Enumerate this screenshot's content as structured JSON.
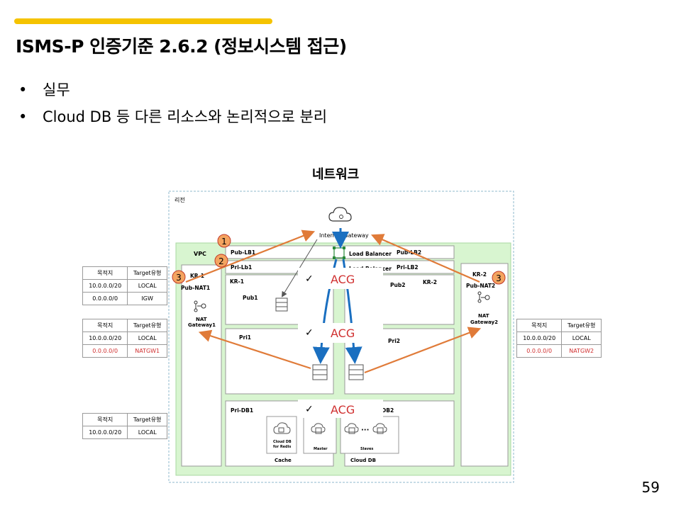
{
  "slide": {
    "title": "ISMS-P 인증기준 2.6.2 (정보시스템 접근)",
    "bullets": [
      "실무",
      "Cloud DB 등 다른 리소스와 논리적으로 분리"
    ],
    "page_number": "59"
  },
  "diagram": {
    "title": "네트워크",
    "region_label": "리전",
    "vpc_label": "VPC",
    "internet_gateway": "Internet Gateway",
    "load_balancer": "Load Balancer",
    "zones": {
      "left": "KR-1",
      "right": "KR-2"
    },
    "subnets": {
      "pub_lb1": "Pub-LB1",
      "pub_lb2": "Pub-LB2",
      "pri_lb1": "Pri-Lb1",
      "pri_lb2": "Pri-LB2",
      "pub_nat1": "Pub-NAT1",
      "pub_nat2": "Pub-NAT2",
      "pub1": "Pub1",
      "pub2": "Pub2",
      "pri1": "Pri1",
      "pri2": "Pri2",
      "pri_db1": "Pri-DB1",
      "pri_db2": "DB2"
    },
    "inner_zone_labels": {
      "kr1": "KR-1",
      "kr2": "KR-2"
    },
    "nat_gateway1": [
      "NAT",
      "Gateway1"
    ],
    "nat_gateway2": [
      "NAT",
      "Gateway2"
    ],
    "acg_label": "ACG",
    "check_mark": "✓",
    "markers": [
      "1",
      "2",
      "3",
      "3"
    ],
    "cache_box": {
      "icon_caption": [
        "Cloud DB",
        "for Redis"
      ],
      "label": "Cache"
    },
    "clouddb_box": {
      "master": "Master",
      "slaves": "Slaves",
      "label": "Cloud DB",
      "ellipsis": "···"
    },
    "colors": {
      "accent": "#f5c300",
      "vpc_fill": "#d8f5d0",
      "arrow_orange": "#e07b39",
      "arrow_blue": "#1a6fc0",
      "acg_red": "#d03030",
      "marker_fill": "#f4a460"
    }
  },
  "route_tables": [
    {
      "headers": [
        "목적지",
        "Target유형"
      ],
      "rows": [
        [
          "10.0.0.0/20",
          "LOCAL",
          false
        ],
        [
          "0.0.0.0/0",
          "IGW",
          false
        ]
      ]
    },
    {
      "headers": [
        "목적지",
        "Target유형"
      ],
      "rows": [
        [
          "10.0.0.0/20",
          "LOCAL",
          false
        ],
        [
          "0.0.0.0/0",
          "NATGW1",
          true
        ]
      ]
    },
    {
      "headers": [
        "목적지",
        "Target유형"
      ],
      "rows": [
        [
          "10.0.0.0/20",
          "LOCAL",
          false
        ]
      ]
    },
    {
      "headers": [
        "목적지",
        "Target유형"
      ],
      "rows": [
        [
          "10.0.0.0/20",
          "LOCAL",
          false
        ],
        [
          "0.0.0.0/0",
          "NATGW2",
          true
        ]
      ]
    }
  ]
}
